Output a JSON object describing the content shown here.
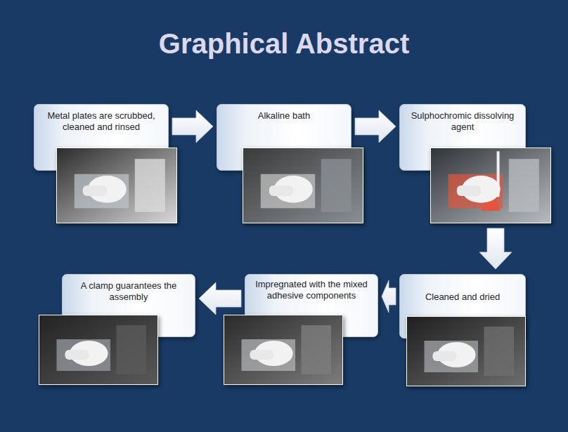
{
  "diagram": {
    "title": "Graphical Abstract",
    "nodes": [
      {
        "text": [
          "Metal plates are scrubbed, cleaned and rinsed"
        ]
      },
      {
        "text": [
          "Alkaline bath"
        ]
      },
      {
        "text": [
          "Sulphochromic dissolving agent"
        ]
      },
      {
        "text": [
          "Cleaned and dried"
        ]
      },
      {
        "text": [
          "Impregnated with the mixed adhesive components"
        ]
      },
      {
        "text": [
          "A clamp guarantees the assembly"
        ]
      }
    ],
    "edges": [
      {
        "from": 0,
        "to": 1,
        "arrow": "to"
      },
      {
        "from": 1,
        "to": 2,
        "arrow": "to"
      },
      {
        "from": 2,
        "to": 3,
        "arrow": "to"
      },
      {
        "from": 3,
        "to": 4,
        "arrow": "to"
      },
      {
        "from": 4,
        "to": 5,
        "arrow": "to"
      }
    ]
  }
}
